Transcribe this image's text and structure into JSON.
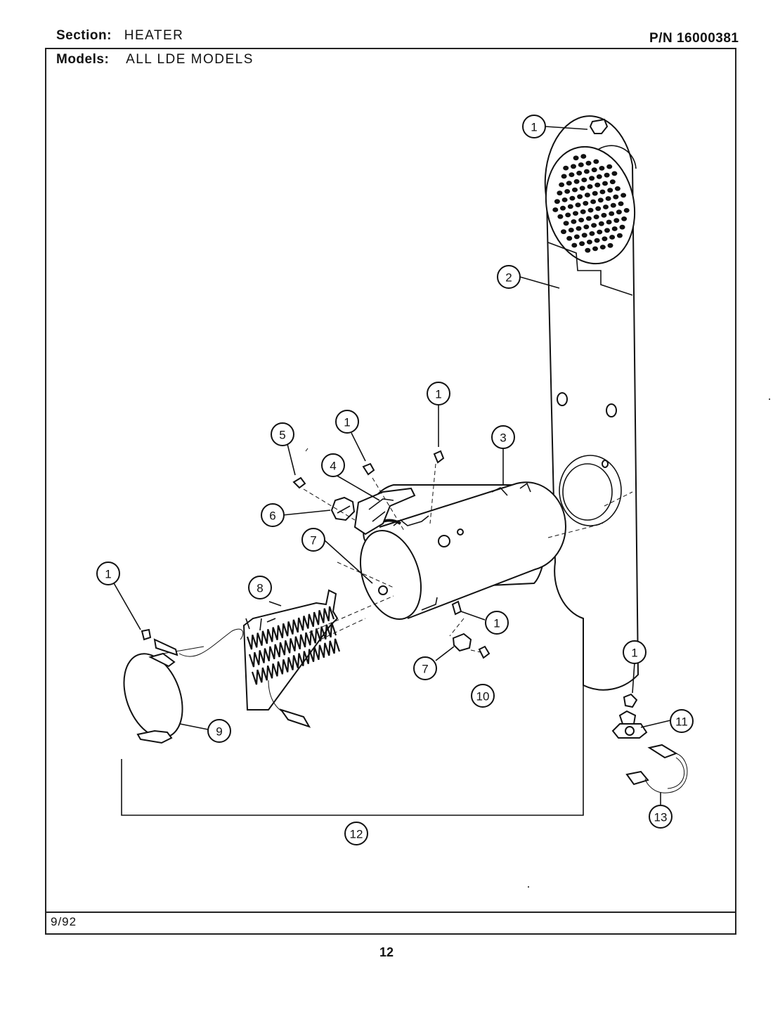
{
  "header": {
    "section_label": "Section:",
    "section_value": "HEATER",
    "models_label": "Models:",
    "models_value": "ALL LDE MODELS",
    "part_number": "P/N 16000381"
  },
  "footer": {
    "date": "9/92",
    "page_number": "12"
  },
  "callouts": {
    "c1_top": "1",
    "c2": "2",
    "c1_center": "1",
    "c3": "3",
    "c1_bracket": "1",
    "c4": "4",
    "c5": "5",
    "c6": "6",
    "c7_top": "7",
    "c8": "8",
    "c1_left": "1",
    "c1_right": "1",
    "c7_bottom": "7",
    "c10": "10",
    "c9": "9",
    "c1_thermostat": "1",
    "c11": "11",
    "c13": "13",
    "c12": "12"
  }
}
